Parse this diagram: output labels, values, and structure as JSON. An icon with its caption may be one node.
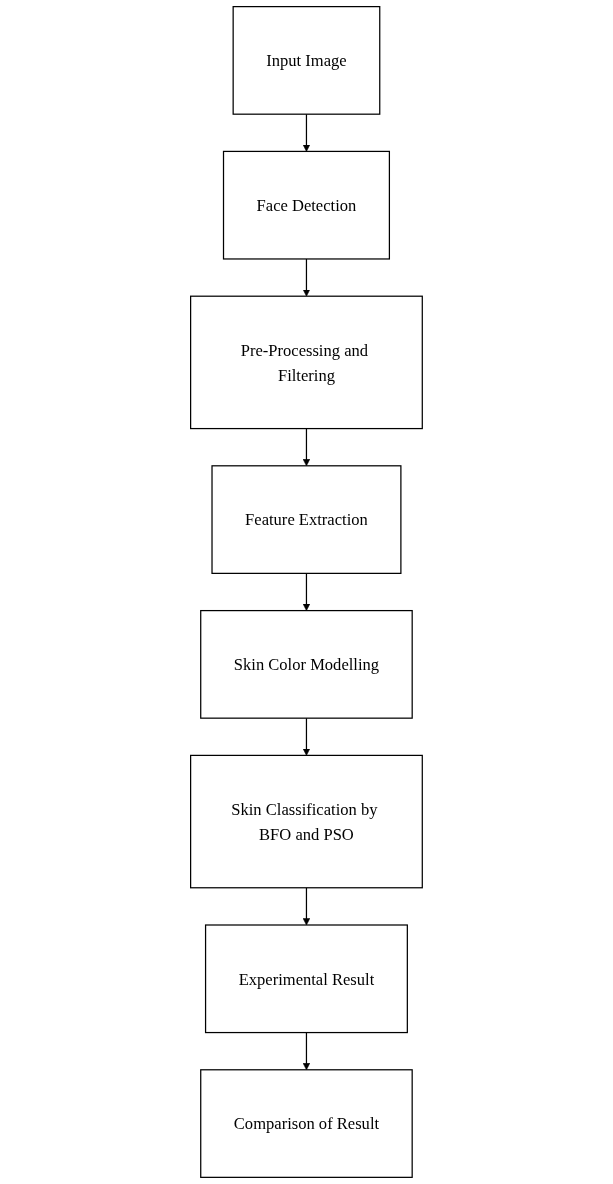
{
  "diagram": {
    "nodes": [
      {
        "text": [
          "Input Image"
        ]
      },
      {
        "text": [
          "Face Detection"
        ]
      },
      {
        "text": [
          "Pre-Processing and Filtering"
        ]
      },
      {
        "text": [
          "Feature Extraction"
        ]
      },
      {
        "text": [
          "Skin Color Modelling"
        ]
      },
      {
        "text": [
          "Skin Classification by BFO and PSO"
        ]
      },
      {
        "text": [
          "Experimental Result"
        ]
      },
      {
        "text": [
          "Comparison of Result"
        ]
      }
    ],
    "edges": [
      {
        "from": 0,
        "to": 1,
        "arrow": "to"
      },
      {
        "from": 1,
        "to": 2,
        "arrow": "to"
      },
      {
        "from": 2,
        "to": 3,
        "arrow": "to"
      },
      {
        "from": 3,
        "to": 4,
        "arrow": "to"
      },
      {
        "from": 4,
        "to": 5,
        "arrow": "to"
      },
      {
        "from": 5,
        "to": 6,
        "arrow": "to"
      },
      {
        "from": 6,
        "to": 7,
        "arrow": "to"
      }
    ]
  }
}
